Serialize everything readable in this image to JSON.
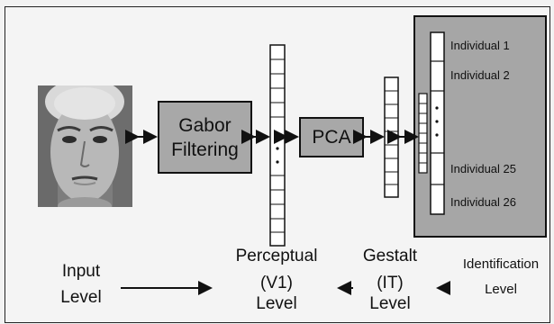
{
  "boxes": {
    "gabor_line1": "Gabor",
    "gabor_line2": "Filtering",
    "pca": "PCA"
  },
  "identities": [
    "Individual 1",
    "Individual 2",
    "Individual 25",
    "Individual 26"
  ],
  "levels": {
    "input": [
      "Input",
      "Level"
    ],
    "perceptual": [
      "Perceptual",
      "(V1)",
      "Level"
    ],
    "gestalt": [
      "Gestalt",
      "(IT)",
      "Level"
    ],
    "identification": [
      "Identification",
      "Level"
    ]
  },
  "colors": {
    "box_fill": "#a8a8a8",
    "panel_fill": "#a6a6a6",
    "stroke": "#111111",
    "background": "#f4f4f4"
  }
}
